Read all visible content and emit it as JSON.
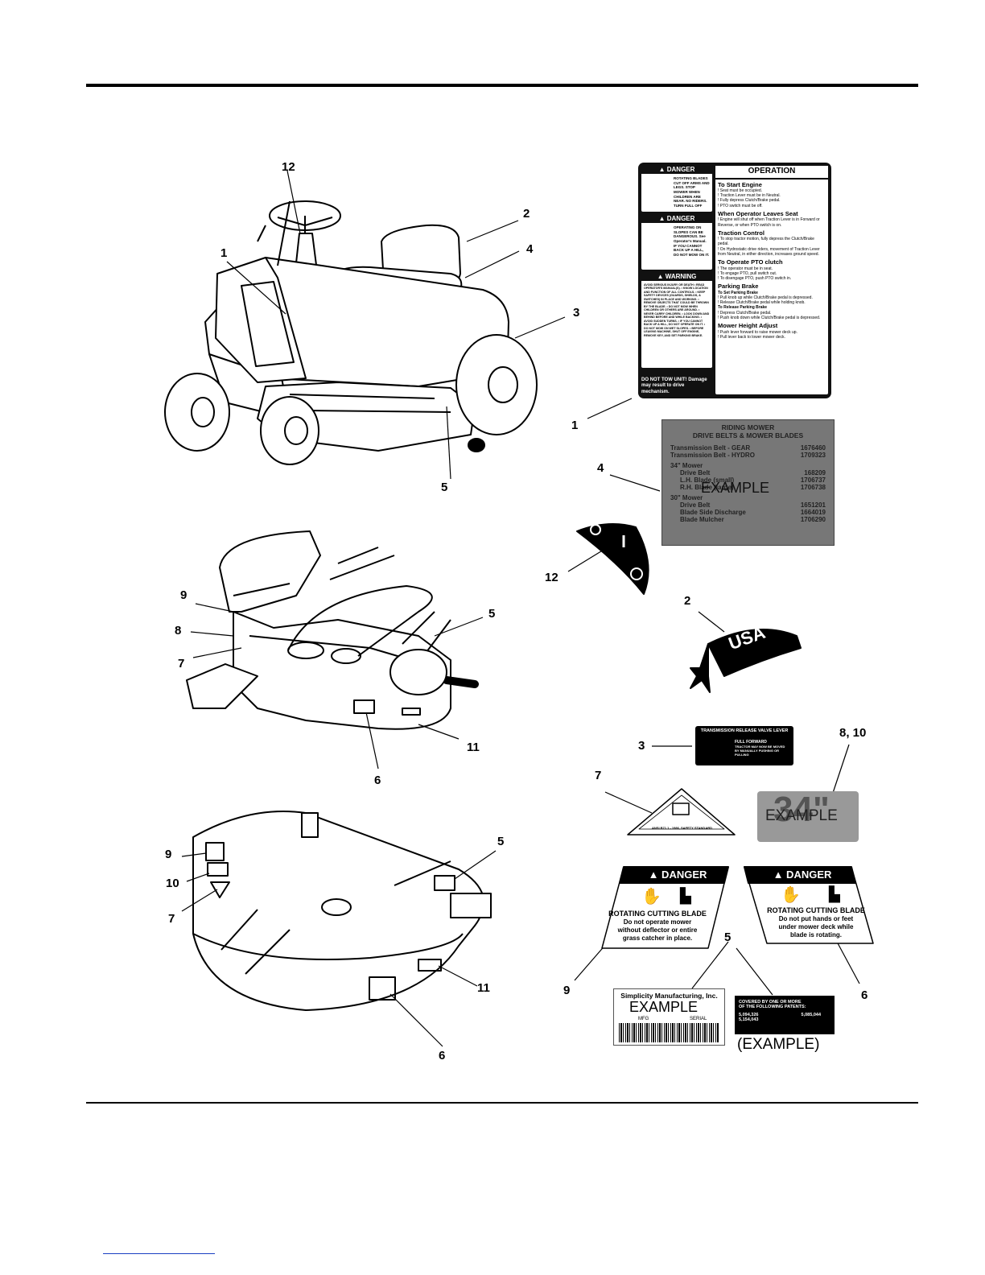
{
  "callouts": {
    "tractor": {
      "n12": "12",
      "n2": "2",
      "n4": "4",
      "n1": "1",
      "n3": "3",
      "n5": "5"
    },
    "deck_top": {
      "n9": "9",
      "n8": "8",
      "n7": "7",
      "n5": "5",
      "n6": "6",
      "n11": "11"
    },
    "deck_under": {
      "n9": "9",
      "n10": "10",
      "n7": "7",
      "n5": "5",
      "n11": "11",
      "n6": "6"
    },
    "decals": {
      "n1": "1",
      "n4": "4",
      "n12": "12",
      "n2": "2",
      "n3": "3",
      "n8_10": "8, 10",
      "n7": "7",
      "n9": "9",
      "n5": "5",
      "n6": "6"
    }
  },
  "operation_decal": {
    "danger1_header": "▲ DANGER",
    "danger1_text": "ROTATING BLADES CUT OFF ARMS AND LEGS. STOP MOWER WHEN CHILDREN ARE NEAR. NO RIDERS. TURN FULL OFF",
    "danger2_header": "▲ DANGER",
    "danger2_text": "OPERATING ON SLOPES CAN BE DANGEROUS. See Operator's Manual. IF YOU CANNOT BACK UP A HILL, DO NOT MOW ON IT.",
    "warning_header": "▲ WARNING",
    "warning_text": "AVOID SERIOUS INJURY OR DEATH • READ OPERATOR'S MANUAL(S). • KNOW LOCATION AND FUNCTION OF ALL CONTROLS. • KEEP SAFETY DEVICES (GUARDS, SHIELDS, & SWITCHES) IN PLACE AND WORKING. • REMOVE OBJECTS THAT COULD BE THROWN BY THE BLADE. • DO NOT MOW WHEN CHILDREN OR OTHERS ARE AROUND. • NEVER CARRY CHILDREN. • LOOK DOWN AND BEHIND BEFORE AND WHILE BACKING. • AVOID SUDDEN TURNS. • IF YOU CANNOT BACK UP A HILL, DO NOT OPERATE ON IT. • DO NOT MOW ON WET SLOPES. • BEFORE LEAVING MACHINE, SHUT OFF ENGINE, REMOVE KEY, AND SET PARKING BRAKE.",
    "tow_text": "DO NOT TOW UNIT! Damage may result to drive mechanism.",
    "title": "OPERATION",
    "start_title": "To Start Engine",
    "start_lines": [
      "! Seat must be occupied.",
      "! Traction Lever must be in Neutral.",
      "! Fully depress Clutch/Brake pedal.",
      "! PTO switch must be off."
    ],
    "leave_title": "When Operator Leaves Seat",
    "leave_lines": [
      "! Engine will shut off when Traction Lever is in Forward or Reverse, or when PTO switch is on."
    ],
    "traction_title": "Traction Control",
    "traction_lines": [
      "! To stop tractor motion, fully depress the Clutch/Brake pedal.",
      "! On Hydrostatic drive riders, movement of Traction Lever from Neutral, in either direction, increases ground speed."
    ],
    "pto_title": "To Operate PTO clutch",
    "pto_lines": [
      "! The operator must be in seat.",
      "! To engage PTO, pull switch out.",
      "! To disengage PTO, push PTO switch in."
    ],
    "park_title": "Parking Brake",
    "park_set": "To Set Parking Brake",
    "park_set_lines": [
      "! Pull knob up while Clutch/Brake pedal is depressed.",
      "! Release Clutch/Brake pedal while holding knob."
    ],
    "park_rel": "To Release Parking Brake",
    "park_rel_lines": [
      "! Depress Clutch/Brake pedal.",
      "! Push knob down while Clutch/Brake pedal is depressed."
    ],
    "height_title": "Mower Height Adjust",
    "height_lines": [
      "! Push lever forward to raise mower deck up.",
      "! Pull lever back to lower mower deck."
    ]
  },
  "belt_decal": {
    "title1": "RIDING MOWER",
    "title2": "DRIVE BELTS & MOWER BLADES",
    "rows": [
      {
        "label": "Transmission Belt - GEAR",
        "part": "1676460"
      },
      {
        "label": "Transmission Belt - HYDRO",
        "part": "1709323"
      }
    ],
    "sec34": "34\" Mower",
    "rows34": [
      {
        "label": "Drive Belt",
        "part": "168209"
      },
      {
        "label": "L.H. Blade (small)",
        "part": "1706737"
      },
      {
        "label": "R.H. Blade (large)",
        "part": "1706738"
      }
    ],
    "sec30": "30\" Mower",
    "rows30": [
      {
        "label": "Drive Belt",
        "part": "1651201"
      },
      {
        "label": "Blade Side Discharge",
        "part": "1664019"
      },
      {
        "label": "Blade Mulcher",
        "part": "1706290"
      }
    ],
    "example": "EXAMPLE"
  },
  "trans_decal": {
    "title": "TRANSMISSION RELEASE VALVE LEVER",
    "sub": "FULL FORWARD",
    "note": "TRACTOR MAY NOW BE MOVED BY MANUALLY PUSHING OR PULLING"
  },
  "size_decal": {
    "size": "34\"",
    "example": "EXAMPLE"
  },
  "usa_decal": {
    "text": "USA"
  },
  "danger_left": {
    "header": "▲ DANGER",
    "l1": "ROTATING CUTTING BLADE",
    "l2": "Do not operate mower",
    "l3": "without deflector or entire",
    "l4": "grass catcher in place."
  },
  "danger_right": {
    "header": "▲ DANGER",
    "l1": "ROTATING CUTTING BLADE",
    "l2": "Do not put hands or feet",
    "l3": "under mower deck while",
    "l4": "blade is rotating."
  },
  "safety_triangle": {
    "text": "ANSI B71.1 - 1986, SAFETY STANDARD"
  },
  "serial_decal": {
    "maker": "Simplicity Manufacturing, Inc.",
    "example": "EXAMPLE",
    "mfg": "MFG",
    "serial": "SERIAL"
  },
  "patent_decal": {
    "l1": "COVERED BY ONE OR MORE",
    "l2": "OF THE FOLLOWING PATENTS:",
    "p1": "5,094,326",
    "p2": "5,085,044",
    "p3": "5,154,043"
  },
  "example_note": "(EXAMPLE)"
}
